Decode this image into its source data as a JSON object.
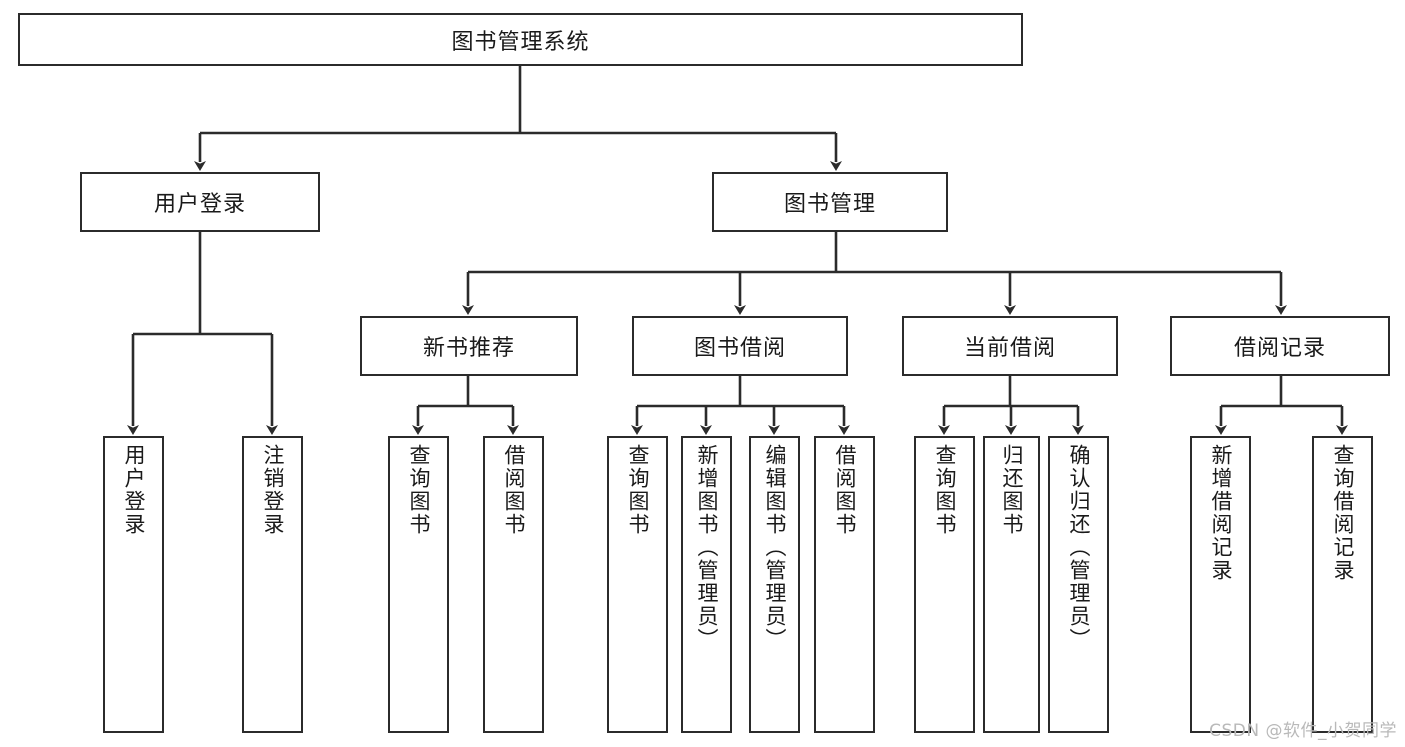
{
  "diagram": {
    "type": "tree",
    "title": "图书管理系统",
    "orientation": "top-down",
    "colors": {
      "box_border": "#2b2b2b",
      "box_fill": "#ffffff",
      "connector": "#2b2b2b",
      "text": "#1a1a1a",
      "watermark": "#b9b9b9",
      "background": "#ffffff"
    },
    "nodes": {
      "root": {
        "label": "图书管理系统",
        "level": 0,
        "text_orientation": "horizontal"
      },
      "l1": [
        {
          "id": "user-login",
          "label": "用户登录",
          "text_orientation": "horizontal"
        },
        {
          "id": "book-manage",
          "label": "图书管理",
          "text_orientation": "horizontal"
        }
      ],
      "l2": [
        {
          "id": "new-book-rec",
          "label": "新书推荐",
          "text_orientation": "horizontal"
        },
        {
          "id": "book-borrow",
          "label": "图书借阅",
          "text_orientation": "horizontal"
        },
        {
          "id": "current-borrow",
          "label": "当前借阅",
          "text_orientation": "horizontal"
        },
        {
          "id": "borrow-record",
          "label": "借阅记录",
          "text_orientation": "horizontal"
        }
      ],
      "leaves": {
        "user_login": [
          {
            "id": "leaf-user-login",
            "label": "用户登录",
            "text_orientation": "vertical"
          },
          {
            "id": "leaf-logout-login",
            "label": "注销登录",
            "text_orientation": "vertical"
          }
        ],
        "new_book_rec": [
          {
            "id": "leaf-query-book-1",
            "label": "查询图书",
            "text_orientation": "vertical"
          },
          {
            "id": "leaf-borrow-book-1",
            "label": "借阅图书",
            "text_orientation": "vertical"
          }
        ],
        "book_borrow": [
          {
            "id": "leaf-query-book-2",
            "label": "查询图书",
            "text_orientation": "vertical"
          },
          {
            "id": "leaf-add-book",
            "label": "新增图书（管理员）",
            "text_orientation": "vertical"
          },
          {
            "id": "leaf-edit-book",
            "label": "编辑图书（管理员）",
            "text_orientation": "vertical"
          },
          {
            "id": "leaf-borrow-book-2",
            "label": "借阅图书",
            "text_orientation": "vertical"
          }
        ],
        "current_borrow": [
          {
            "id": "leaf-query-book-3",
            "label": "查询图书",
            "text_orientation": "vertical"
          },
          {
            "id": "leaf-return-book",
            "label": "归还图书",
            "text_orientation": "vertical"
          },
          {
            "id": "leaf-confirm-return",
            "label": "确认归还（管理员）",
            "text_orientation": "vertical"
          }
        ],
        "borrow_record": [
          {
            "id": "leaf-add-record",
            "label": "新增借阅记录",
            "text_orientation": "vertical"
          },
          {
            "id": "leaf-query-record",
            "label": "查询借阅记录",
            "text_orientation": "vertical"
          }
        ]
      }
    }
  },
  "watermark": {
    "text": "CSDN @软件_小贺同学"
  }
}
